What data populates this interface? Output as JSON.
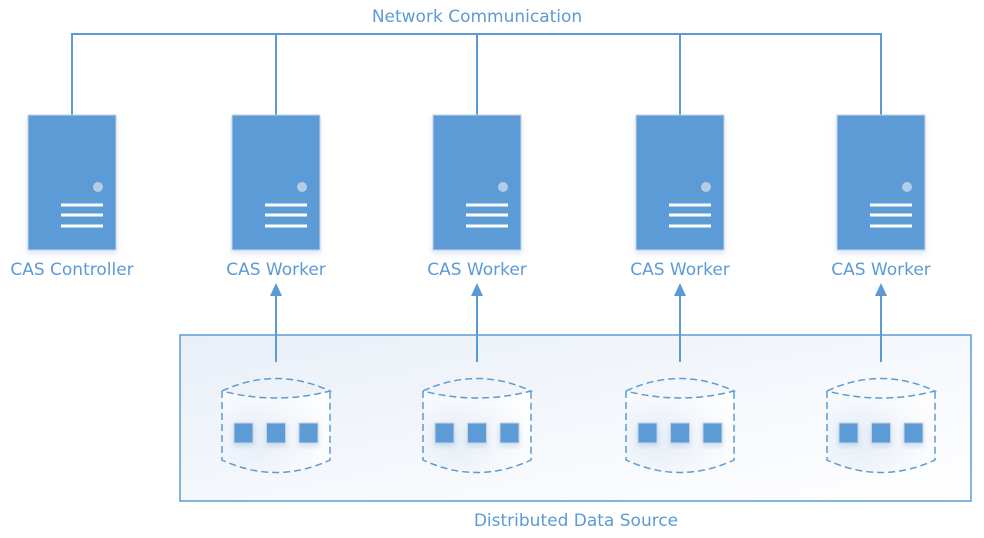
{
  "title": "Network Communication",
  "data_source_label": "Distributed Data Source",
  "colors": {
    "accent": "#5b9bd5",
    "server_fill": "#5b9bd5",
    "server_border": "#c9d3de",
    "indicator": "#b4cde6",
    "box_fill": "#eef3fa"
  },
  "servers": [
    {
      "label": "CAS Controller",
      "role": "controller",
      "has_data_source": false
    },
    {
      "label": "CAS Worker",
      "role": "worker",
      "has_data_source": true
    },
    {
      "label": "CAS Worker",
      "role": "worker",
      "has_data_source": true
    },
    {
      "label": "CAS Worker",
      "role": "worker",
      "has_data_source": true
    },
    {
      "label": "CAS Worker",
      "role": "worker",
      "has_data_source": true
    }
  ],
  "data_blocks_per_store": 3
}
